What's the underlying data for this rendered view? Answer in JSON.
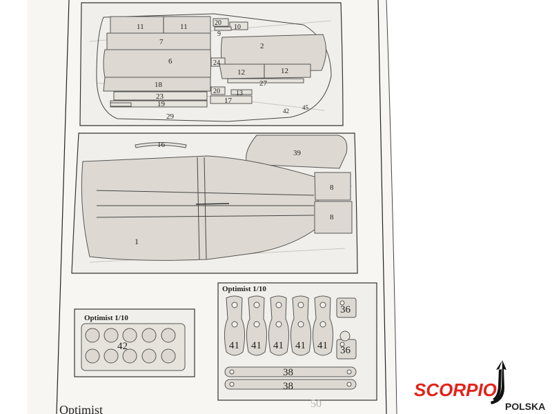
{
  "sheet": {
    "panel_top": {
      "labels": [
        "11",
        "11",
        "20",
        "10",
        "9",
        "7",
        "2",
        "6",
        "24",
        "12",
        "12",
        "18",
        "27",
        "20",
        "13",
        "23",
        "17",
        "19",
        "45",
        "42",
        "29"
      ]
    },
    "panel_middle": {
      "labels": [
        "16",
        "39",
        "8",
        "8",
        "1"
      ]
    },
    "panel_bottom_left": {
      "title": "Optimist 1/10",
      "part_label": "42"
    },
    "panel_bottom_right": {
      "title": "Optimist 1/10",
      "labels": [
        "36",
        "36",
        "41",
        "41",
        "41",
        "41",
        "41",
        "38",
        "38"
      ]
    },
    "footer_text": "Optimist",
    "watermark_number": "50"
  },
  "logo": {
    "brand": "SCORPIO",
    "sub": "POLSKA",
    "brand_color": "#e2231a"
  }
}
